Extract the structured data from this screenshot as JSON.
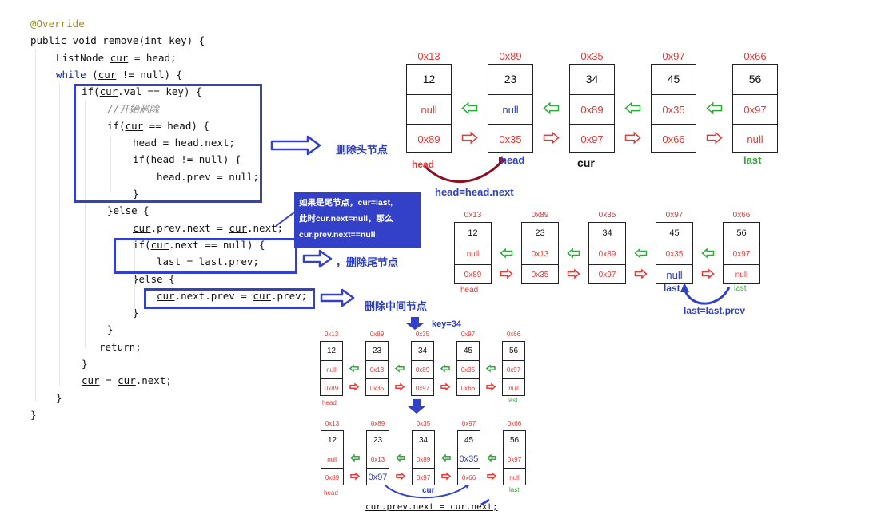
{
  "code": {
    "annotation": "@Override",
    "lines": [
      [
        "public void remove(int key) {"
      ],
      [
        "ListNode ",
        "cur",
        " = head;"
      ],
      [
        "while",
        " (",
        "cur",
        " != null) {"
      ],
      [
        "if(",
        "cur",
        ".val == key) {"
      ],
      [
        "//开始删除"
      ],
      [
        "if(",
        "cur",
        " == head) {"
      ],
      [
        "head = head.next;"
      ],
      [
        "if(head != null) {"
      ],
      [
        "head.prev = null;"
      ],
      [
        "}"
      ],
      [
        "}else {"
      ],
      [
        "cur",
        ".prev.next = ",
        "cur",
        ".next;"
      ],
      [
        "if(",
        "cur",
        ".next == null) {"
      ],
      [
        "last = last.prev;"
      ],
      [
        "}else {"
      ],
      [
        "cur",
        ".next.prev = ",
        "cur",
        ".prev;"
      ],
      [
        "}"
      ],
      [
        "}"
      ],
      [
        "return;"
      ],
      [
        "}"
      ],
      [
        "cur",
        " = ",
        "cur",
        ".next;"
      ],
      [
        "}"
      ],
      [
        "}"
      ]
    ]
  },
  "callouts": {
    "delete_head": "删除头节点",
    "tail_note": [
      "如果是尾节点，cur=last,",
      "此时cur.next=null，那么",
      "cur.prev.next==null"
    ],
    "delete_tail": "，删除尾节点",
    "delete_middle": "删除中间节点",
    "key_label": "key=34"
  },
  "diagram1": {
    "addresses": [
      "0x13",
      "0x89",
      "0x35",
      "0x97",
      "0x66"
    ],
    "values": [
      "12",
      "23",
      "34",
      "45",
      "56"
    ],
    "prev": [
      "null",
      "null",
      "0x89",
      "0x35",
      "0x97"
    ],
    "next": [
      "0x89",
      "0x35",
      "0x97",
      "0x66",
      "null"
    ],
    "labels": {
      "head_old": "head",
      "head_new": "head",
      "cur": "cur",
      "last": "last"
    },
    "caption": "head=head.next"
  },
  "diagram2": {
    "addresses": [
      "0x13",
      "0x89",
      "0x35",
      "0x97",
      "0x66"
    ],
    "values": [
      "12",
      "23",
      "34",
      "45",
      "56"
    ],
    "prev": [
      "null",
      "0x13",
      "0x89",
      "0x35",
      "0x97"
    ],
    "next": [
      "0x89",
      "0x35",
      "0x97",
      "null",
      "null"
    ],
    "labels": {
      "head": "head",
      "last_new": "last",
      "last_old": "last"
    },
    "caption": "last=last.prev"
  },
  "diagram3": {
    "addresses": [
      "0x13",
      "0x89",
      "0x35",
      "0x97",
      "0x66"
    ],
    "values": [
      "12",
      "23",
      "34",
      "45",
      "56"
    ],
    "prev": [
      "null",
      "0x13",
      "0x89",
      "0x35",
      "0x97"
    ],
    "next": [
      "0x89",
      "0x35",
      "0x97",
      "0x66",
      "null"
    ],
    "labels": {
      "head": "head",
      "last": "last"
    }
  },
  "diagram4": {
    "addresses": [
      "0x13",
      "0x89",
      "0x35",
      "0x97",
      "0x66"
    ],
    "values": [
      "12",
      "23",
      "34",
      "45",
      "56"
    ],
    "prev": [
      "null",
      "0x13",
      "0x89",
      "0x35",
      "0x97"
    ],
    "next": [
      "0x89",
      "0x97",
      "0x97",
      "0x66",
      "null"
    ],
    "labels": {
      "head": "head",
      "cur": "cur",
      "last": "last"
    },
    "caption": "cur.prev.next = cur.next;"
  },
  "colors": {
    "blue": "#3340c8",
    "red": "#e53935",
    "green": "#2eaa3a",
    "maroon": "#8a1020"
  }
}
